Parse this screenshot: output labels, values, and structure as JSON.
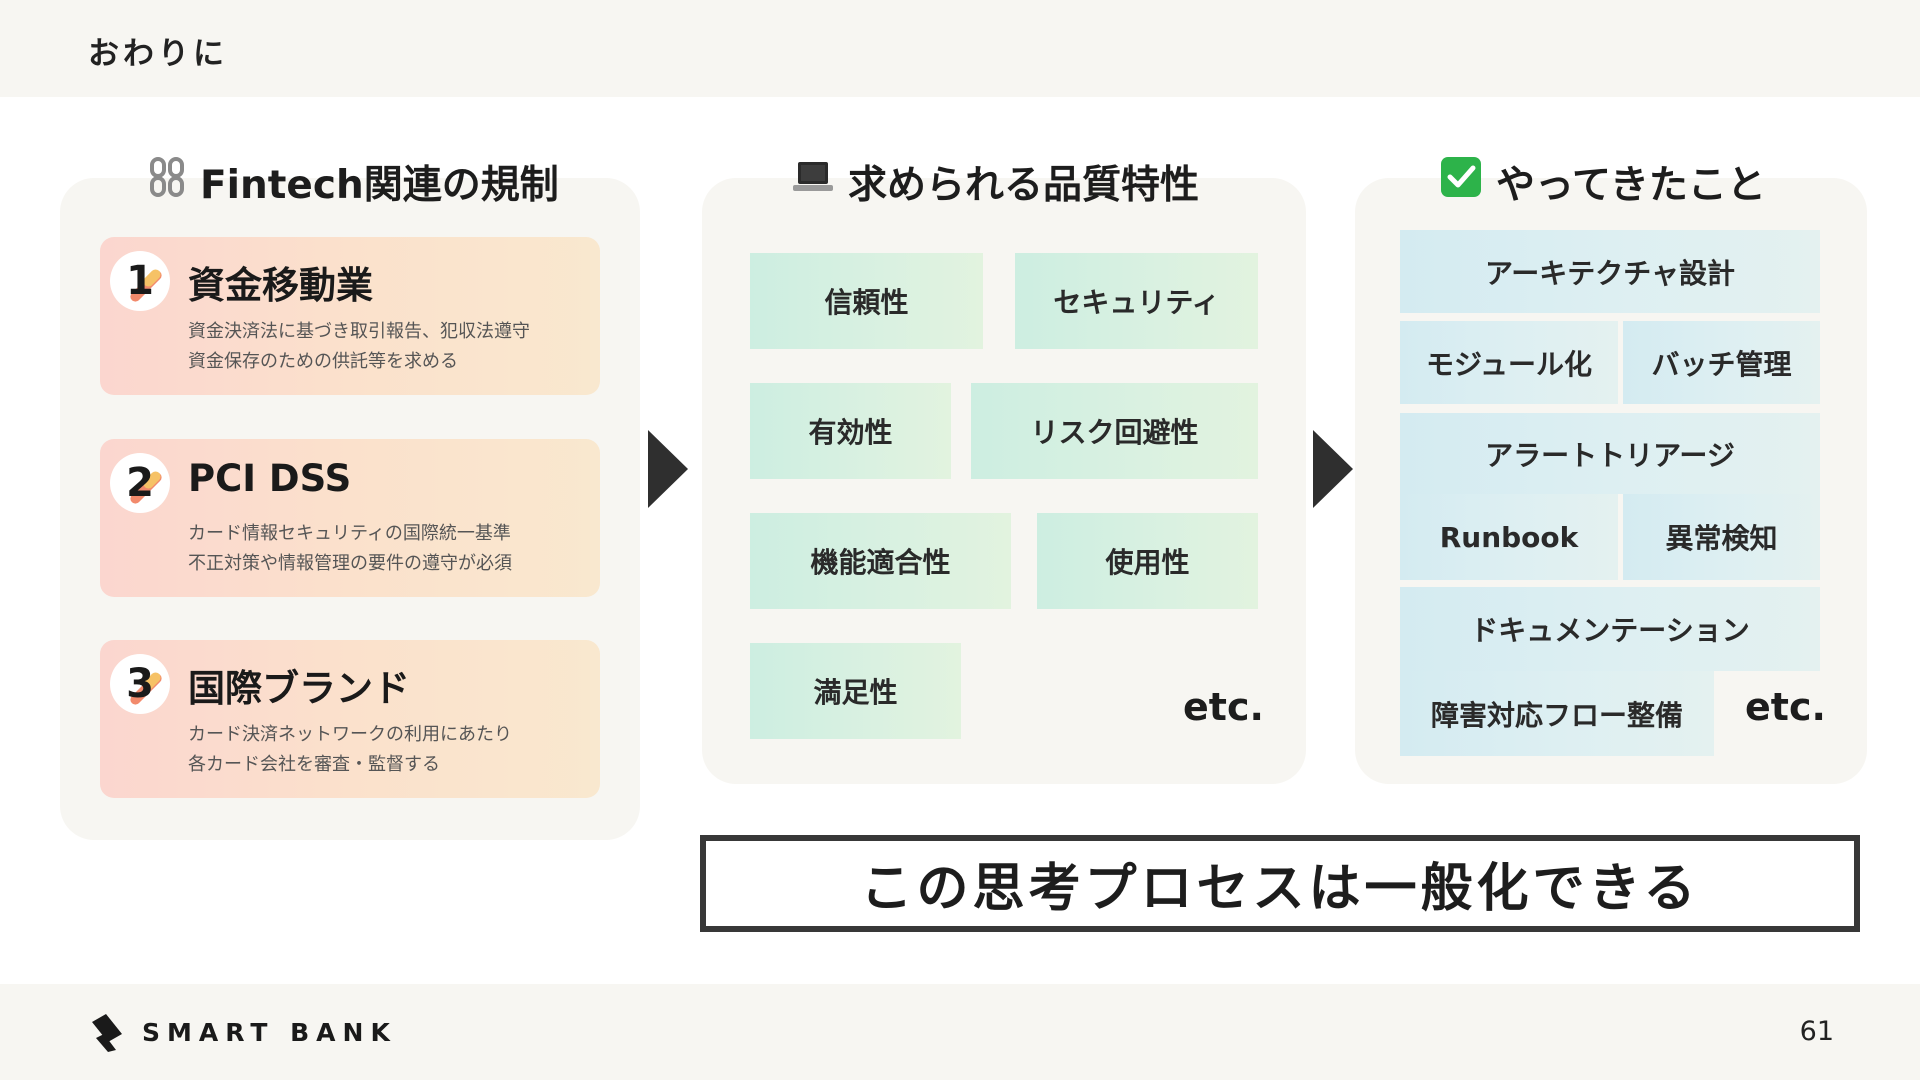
{
  "header": {
    "title": "おわりに"
  },
  "footer": {
    "brand": "SMART BANK",
    "page_number": "61"
  },
  "regulations": {
    "title": "Fintech関連の規制",
    "icon": "chain-icon",
    "items": [
      {
        "number": "1",
        "title": "資金移動業",
        "desc_line1": "資金決済法に基づき取引報告、犯収法遵守",
        "desc_line2": "資金保存のための供託等を求める"
      },
      {
        "number": "2",
        "title": "PCI DSS",
        "desc_line1": "カード情報セキュリティの国際統一基準",
        "desc_line2": "不正対策や情報管理の要件の遵守が必須"
      },
      {
        "number": "3",
        "title": "国際ブランド",
        "desc_line1": "カード決済ネットワークの利用にあたり",
        "desc_line2": "各カード会社を審査・監督する"
      }
    ]
  },
  "quality": {
    "title": "求められる品質特性",
    "icon": "laptop-icon",
    "items": [
      "信頼性",
      "セキュリティ",
      "有効性",
      "リスク回避性",
      "機能適合性",
      "使用性",
      "満足性"
    ],
    "etc": "etc."
  },
  "work": {
    "title": "やってきたこと",
    "icon": "check-mark-icon",
    "items": [
      "アーキテクチャ設計",
      "モジュール化",
      "バッチ管理",
      "アラートトリアージ",
      "Runbook",
      "異常検知",
      "ドキュメンテーション",
      "障害対応フロー整備"
    ],
    "etc": "etc."
  },
  "conclusion": "この思考プロセスは一般化できる",
  "colors": {
    "regulation_card": "#fbd9cd",
    "quality_box": "#d3f0e1",
    "work_box": "#d8edf1",
    "panel": "#f7f6f2",
    "arrow": "#2f2f2f"
  }
}
